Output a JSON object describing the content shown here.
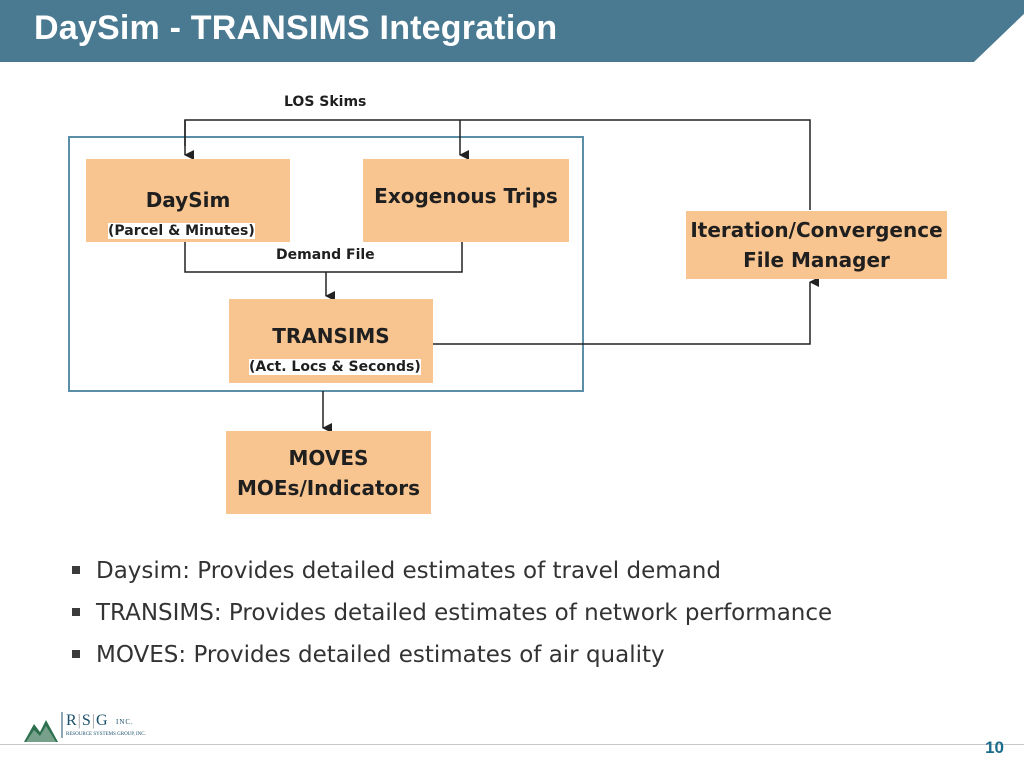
{
  "slide": {
    "title": "DaySim - TRANSIMS Integration",
    "page_number": "10"
  },
  "diagram": {
    "labels": {
      "los_skims": "LOS Skims",
      "demand_file": "Demand File"
    },
    "boxes": {
      "daysim": {
        "title": "DaySim",
        "subtitle": "(Parcel & Minutes)"
      },
      "exogenous": {
        "title": "Exogenous Trips"
      },
      "iteration": {
        "line1": "Iteration/Convergence",
        "line2": "File Manager"
      },
      "transims": {
        "title": "TRANSIMS",
        "subtitle": "(Act. Locs & Seconds)"
      },
      "moves": {
        "line1": "MOVES",
        "line2": "MOEs/Indicators"
      }
    },
    "colors": {
      "box_fill": "#f8c48f",
      "frame": "#5b8fa8",
      "title_bar": "#4a7a92"
    }
  },
  "bullets": [
    "Daysim: Provides detailed estimates of travel demand",
    "TRANSIMS: Provides detailed estimates of network performance",
    "MOVES: Provides detailed estimates of air quality"
  ],
  "logo": {
    "letters": [
      "R",
      "S",
      "G"
    ],
    "suffix": "INC.",
    "company": "RESOURCE SYSTEMS GROUP, INC."
  }
}
